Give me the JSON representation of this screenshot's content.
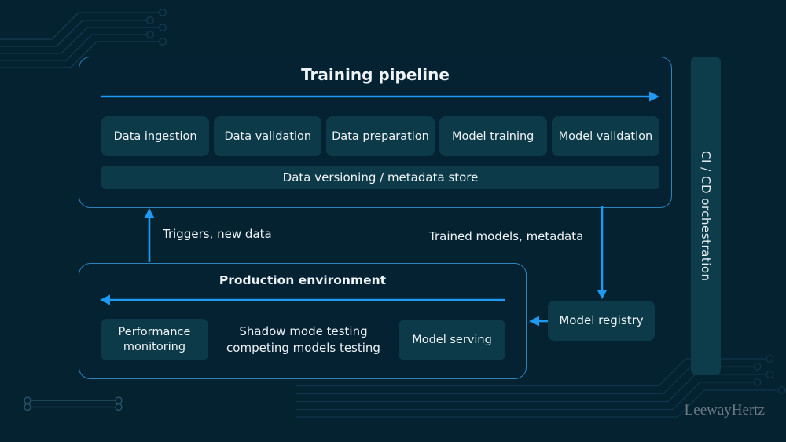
{
  "colors": {
    "background": "#052231",
    "box_fill": "#0d3a49",
    "panel_border": "#2c83ba",
    "arrow": "#1f9af0",
    "text": "#eef3f6",
    "brand_text": "#6b7a84"
  },
  "training_pipeline": {
    "title": "Training pipeline",
    "stages": [
      "Data ingestion",
      "Data validation",
      "Data preparation",
      "Model training",
      "Model validation"
    ],
    "store_label": "Data versioning / metadata store"
  },
  "flows": {
    "triggers_label": "Triggers, new data",
    "trained_label": "Trained models, metadata"
  },
  "production": {
    "title": "Production environment",
    "performance_label": "Performance monitoring",
    "shadow_line1": "Shadow mode testing",
    "shadow_line2": "competing models testing",
    "serving_label": "Model serving"
  },
  "model_registry_label": "Model registry",
  "cicd_label": "CI / CD orchestration",
  "brand": "LeewayHertz"
}
